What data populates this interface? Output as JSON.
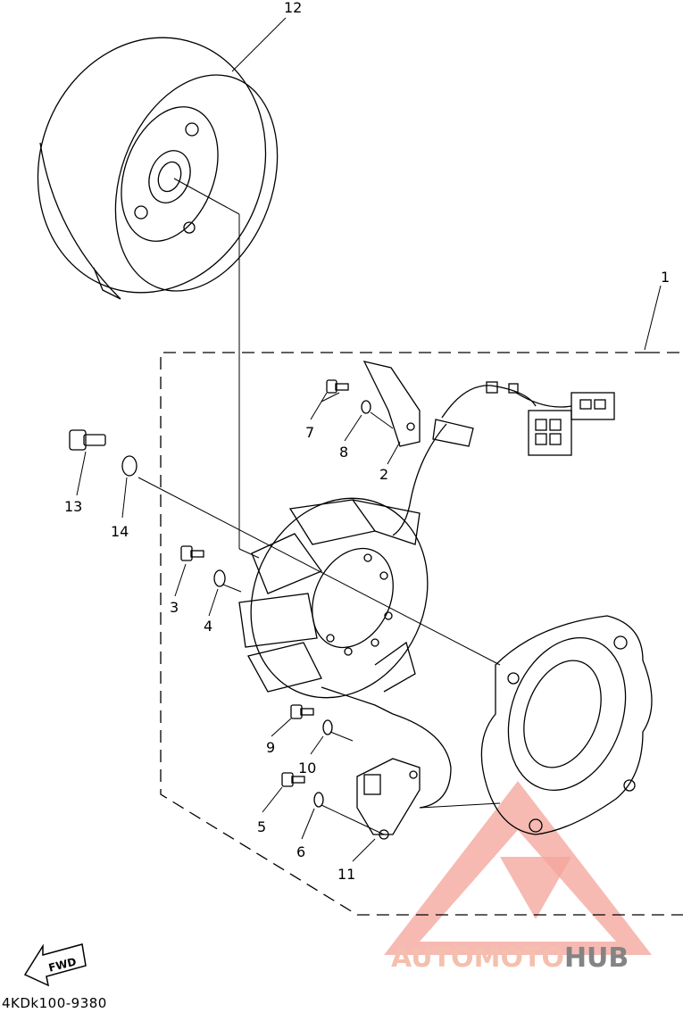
{
  "callouts": [
    "1",
    "2",
    "3",
    "4",
    "5",
    "6",
    "7",
    "8",
    "9",
    "10",
    "11",
    "12",
    "13",
    "14"
  ],
  "direction_badge": "FWD",
  "part_code": "4KDk100-9380",
  "watermark": {
    "brand_part1": "AUTOMOTO",
    "brand_part2": "HUB",
    "color_primary": "#f4a9a0",
    "color_secondary": "#f5c89a",
    "color_dark": "#6b6b6b"
  }
}
